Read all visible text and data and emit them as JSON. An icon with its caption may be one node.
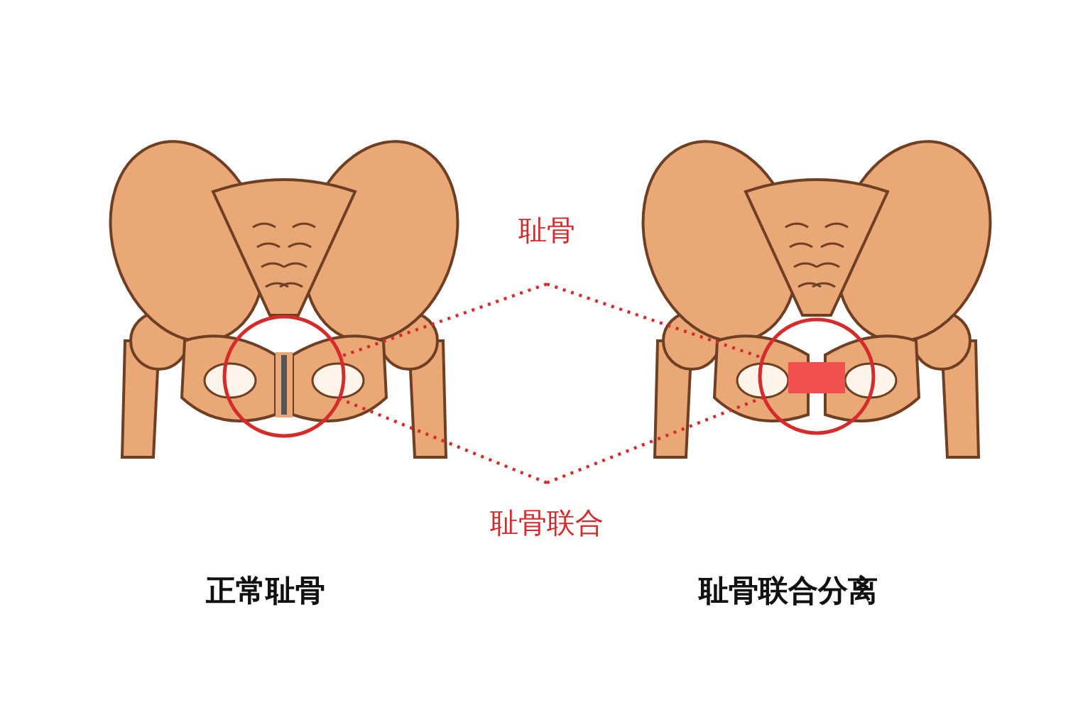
{
  "diagram": {
    "nodes": [
      {
        "text": [
          "耻骨"
        ]
      },
      {
        "text": [
          "耻骨联合"
        ]
      },
      {
        "text": [],
        "shape": "circle"
      },
      {
        "text": [],
        "shape": "circle"
      }
    ],
    "edges": [
      {
        "from": 0,
        "to": 2,
        "arrow": "none",
        "style": "dashed",
        "color": "#d62b2b"
      },
      {
        "from": 0,
        "to": 3,
        "arrow": "none",
        "style": "dashed",
        "color": "#d62b2b"
      },
      {
        "from": 1,
        "to": 2,
        "arrow": "none",
        "style": "dashed",
        "color": "#d62b2b"
      },
      {
        "from": 1,
        "to": 3,
        "arrow": "none",
        "style": "dashed",
        "color": "#d62b2b"
      }
    ],
    "labels": [
      "正常耻骨",
      "耻骨联合分离"
    ]
  }
}
